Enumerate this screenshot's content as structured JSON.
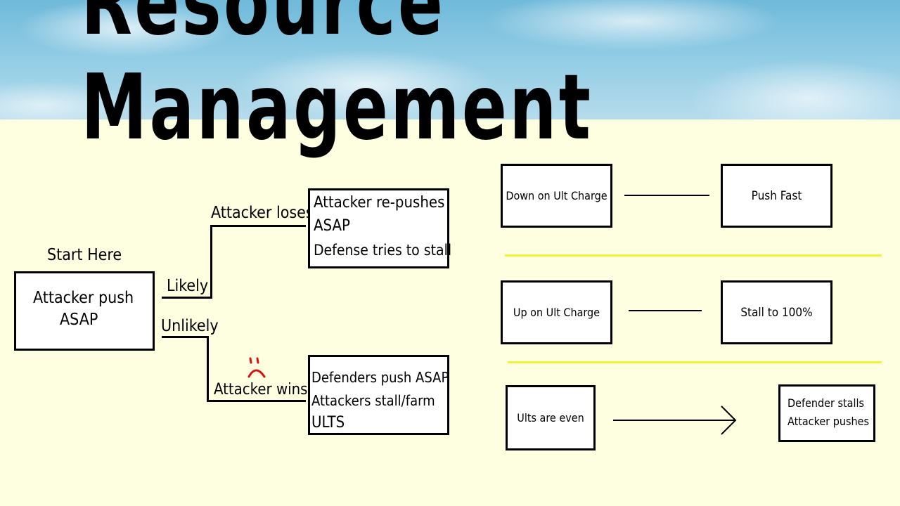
{
  "title": "Resource Management",
  "flowchart": {
    "start_label": "Start Here",
    "start_box": [
      "Attacker push",
      "ASAP"
    ],
    "likely_label": "Likely",
    "unlikely_label": "Unlikely",
    "attacker_loses_label": "Attacker loses",
    "attacker_wins_label": "Attacker wins",
    "loses_box": [
      "Attacker re-pushes",
      "ASAP",
      "Defense tries to stall"
    ],
    "wins_box": [
      "Defenders push ASAP",
      "Attackers stall/farm",
      "ULTS"
    ]
  },
  "ult_table": {
    "row1": {
      "left": "Down on Ult Charge",
      "right": "Push Fast"
    },
    "row2": {
      "left": "Up on Ult Charge",
      "right": "Stall to 100%"
    },
    "row3": {
      "left": "Ults are even",
      "right": [
        "Defender stalls",
        "Attacker pushes"
      ]
    }
  },
  "colors": {
    "banner_sky": "#8fcbe4",
    "page_bg": "#fefee0",
    "divider_yellow": "#f5f03a",
    "frown_red": "#d81010"
  },
  "icons": {
    "frown": "sad-face-icon"
  }
}
